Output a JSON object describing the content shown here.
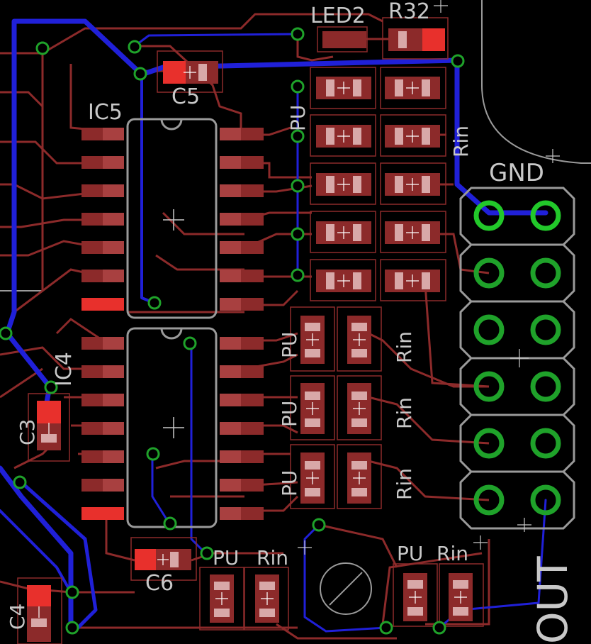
{
  "colors": {
    "background": "#000000",
    "top_copper": "#8c2a2a",
    "top_copper_bright": "#e8302c",
    "bottom_copper": "#2020d8",
    "via_ring": "#1fa22a",
    "silkscreen": "#c8c8c8",
    "pad_core": "#ffffff"
  },
  "labels": {
    "ic5": "IC5",
    "ic4": "IC4",
    "c5": "C5",
    "c6": "C6",
    "c3": "C3",
    "c4": "C4",
    "led2": "LED2",
    "r32": "R32",
    "gnd": "GND",
    "out": "OUT",
    "pu": "PU",
    "rin": "Rin"
  }
}
